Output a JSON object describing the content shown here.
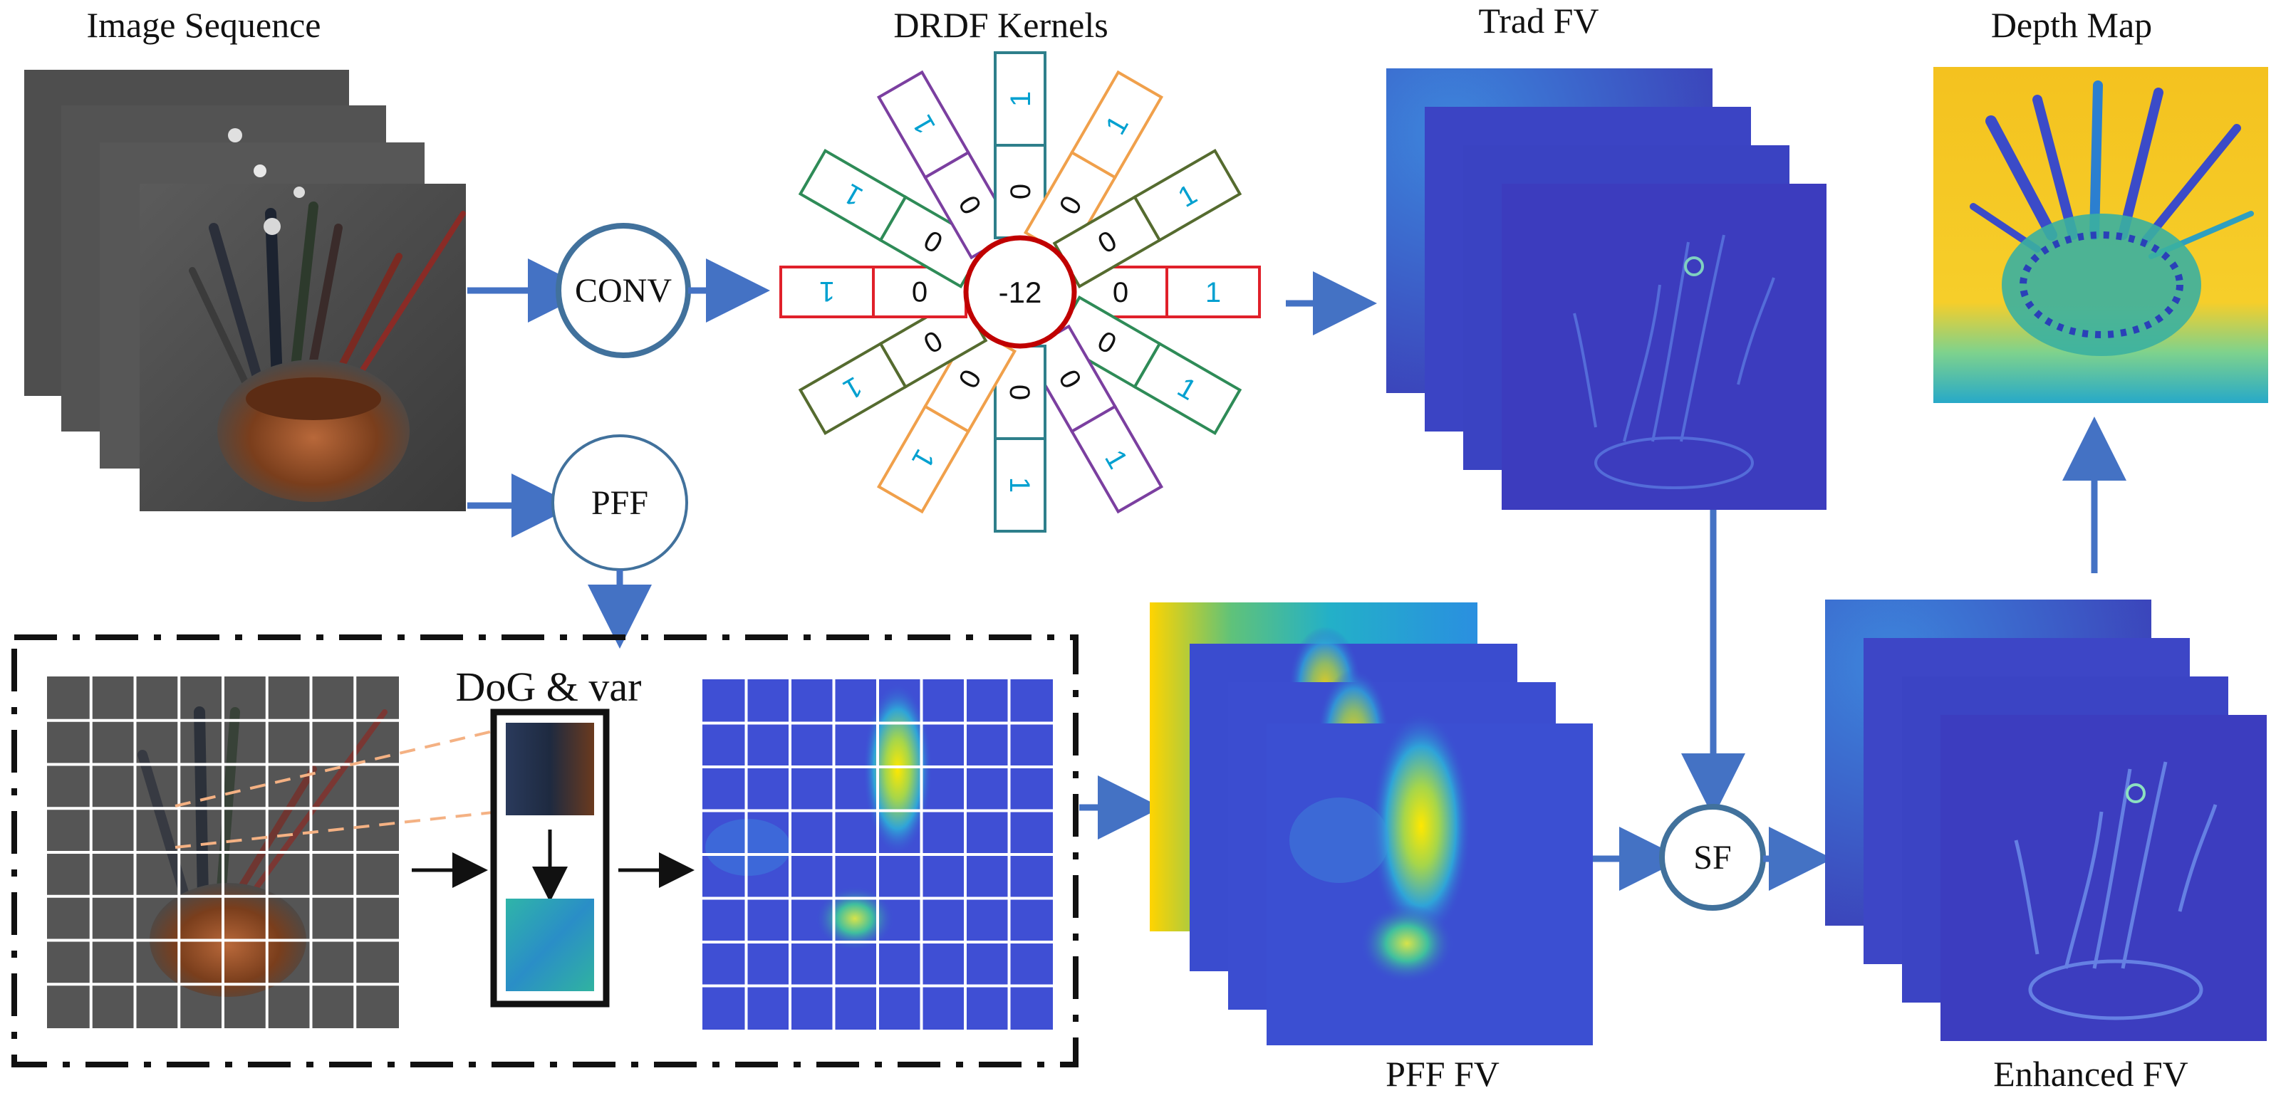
{
  "labels": {
    "image_sequence": "Image Sequence",
    "drdf_kernels": "DRDF Kernels",
    "trad_fv": "Trad FV",
    "depth_map": "Depth Map",
    "pff_fv": "PFF FV",
    "enhanced_fv": "Enhanced FV",
    "dog_var": "DoG & var"
  },
  "nodes": {
    "conv": "CONV",
    "pff": "PFF",
    "sf": "SF"
  },
  "kernel": {
    "center": "-12",
    "zero": "0",
    "one": "1"
  },
  "colors": {
    "arrow": "#4472c4",
    "node_stroke": "#41719c",
    "kernel_center": "#c00000",
    "kernel_spokes": [
      "#e0202a",
      "#2e8b57",
      "#76448a",
      "#f0a04b",
      "#2e7f8b",
      "#f0a04b",
      "#76448a",
      "#2e8b57",
      "#e0202a",
      "#556b2f",
      "#556b2f"
    ],
    "one_text": "#00a0d0",
    "focus_blue": "#3f3fc0",
    "focus_yellow": "#ffe000",
    "focus_cyan": "#1fb5b5"
  }
}
